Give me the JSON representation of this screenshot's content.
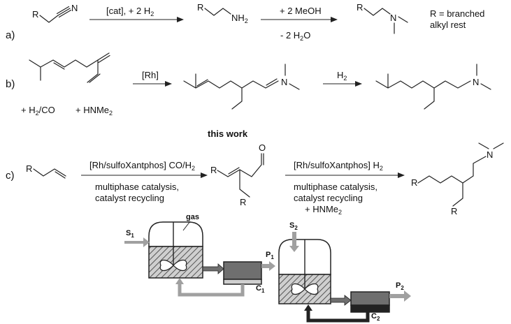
{
  "row_a": {
    "label": "a)",
    "r1": "R",
    "n1": "N",
    "arrow1_top": "[cat], + 2 H",
    "arrow1_top_sub": "2",
    "r2": "R",
    "nh2": "NH",
    "nh2_sub": "2",
    "arrow2_top": "+ 2 MeOH",
    "arrow2_bottom": "- 2 H",
    "arrow2_bottom_sub": "2",
    "arrow2_bottom_tail": "O",
    "r3": "R",
    "n3": "N",
    "note_line1": "R = branched",
    "note_line2": "alkyl rest"
  },
  "row_b": {
    "label": "b)",
    "reagent1": "+ H",
    "reagent1_sub": "2",
    "reagent1_tail": "/CO",
    "reagent2": "+ HNMe",
    "reagent2_sub": "2",
    "arrow1_top": "[Rh]",
    "n1": "N",
    "arrow2_top": "H",
    "arrow2_top_sub": "2",
    "n2": "N"
  },
  "this_work": "this work",
  "row_c": {
    "label": "c)",
    "r1": "R",
    "arrow1_top": "[Rh/sulfoXantphos] CO/H",
    "arrow1_top_sub": "2",
    "arrow1_bottom1": "multiphase catalysis,",
    "arrow1_bottom2": "catalyst recycling",
    "r2a": "R",
    "r2b": "R",
    "o": "O",
    "arrow2_top": "[Rh/sulfoXantphos] H",
    "arrow2_top_sub": "2",
    "arrow2_bottom1": "multiphase catalysis,",
    "arrow2_bottom2": "catalyst recycling",
    "arrow2_bottom3": "+ HNMe",
    "arrow2_bottom3_sub": "2",
    "r3a": "R",
    "r3b": "R",
    "n3": "N"
  },
  "process": {
    "gas": "gas",
    "s1": "S",
    "s1_sub": "1",
    "s2": "S",
    "s2_sub": "2",
    "p1": "P",
    "p1_sub": "1",
    "p2": "P",
    "p2_sub": "2",
    "c1": "C",
    "c1_sub": "1",
    "c2": "C",
    "c2_sub": "2"
  },
  "colors": {
    "stroke": "#222222",
    "stream_gray": "#a0a0a0",
    "separator_fill": "#6f6f6f",
    "separator_dark": "#222222"
  }
}
